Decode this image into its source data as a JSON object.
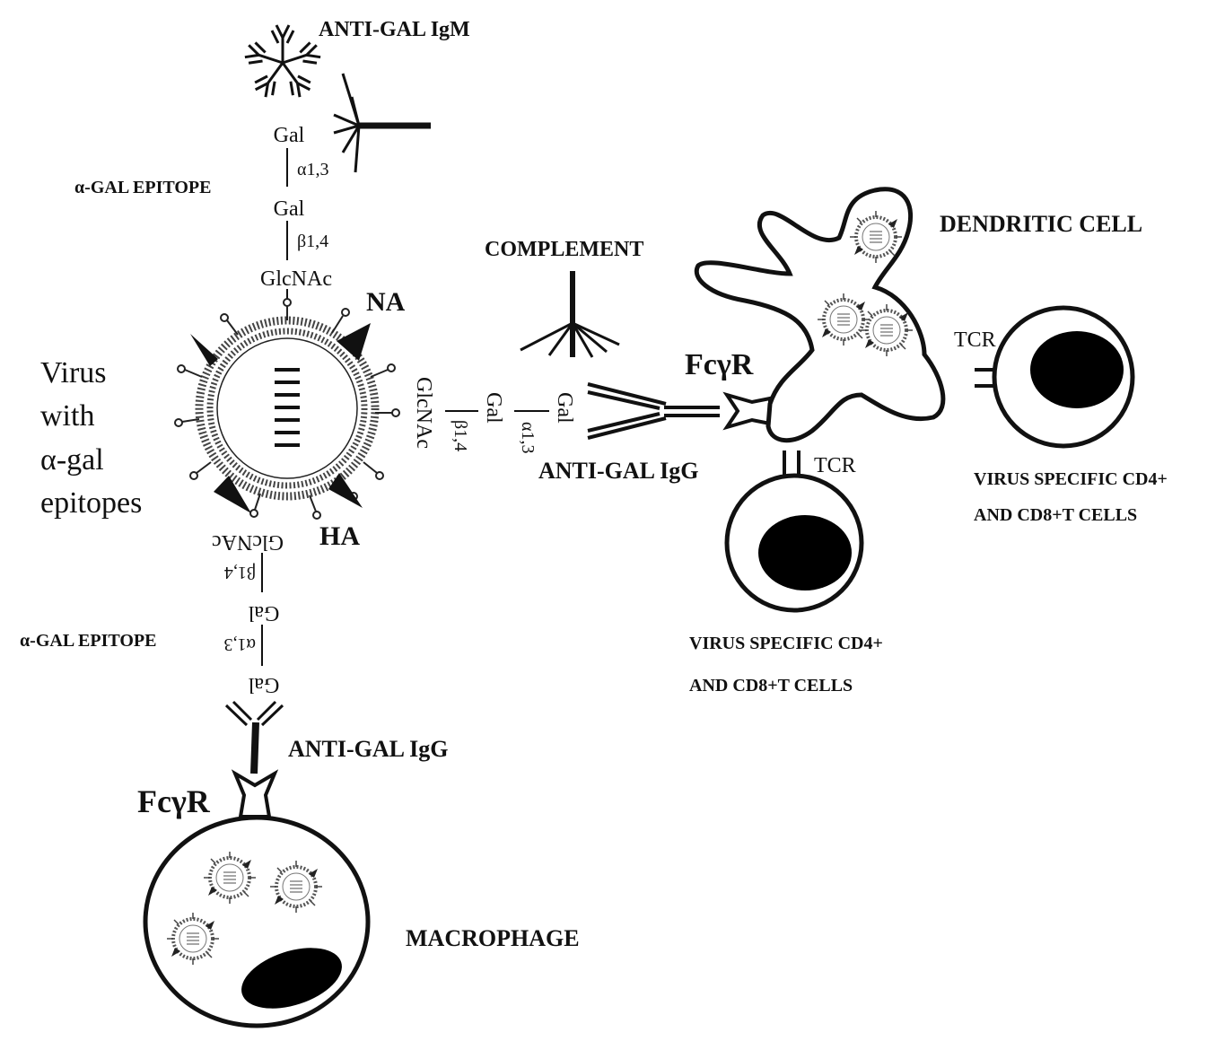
{
  "labels": {
    "anti_gal_igm": "ANTI-GAL IgM",
    "alpha_gal_epitope": "α-GAL EPITOPE",
    "complement": "COMPLEMENT",
    "dendritic_cell": "DENDRITIC CELL",
    "na": "NA",
    "ha": "HA",
    "virus_line1": "Virus",
    "virus_line2": "with",
    "virus_line3": "α-gal",
    "virus_line4": "epitopes",
    "fcgr": "FcγR",
    "tcr": "TCR",
    "anti_gal_igg": "ANTI-GAL IgG",
    "t_cells_line1": "VIRUS  SPECIFIC  CD4+",
    "t_cells_line2": "AND CD8+T CELLS",
    "t_cells2_line1": "VIRUS  SPECIFIC  CD4+",
    "t_cells2_line2": "AND CD8+T CELLS",
    "macrophage": "MACROPHAGE"
  },
  "sugars": {
    "gal": "Gal",
    "glcnac": "GlcNAc",
    "a13": "α1,3",
    "b14": "β1,4"
  }
}
